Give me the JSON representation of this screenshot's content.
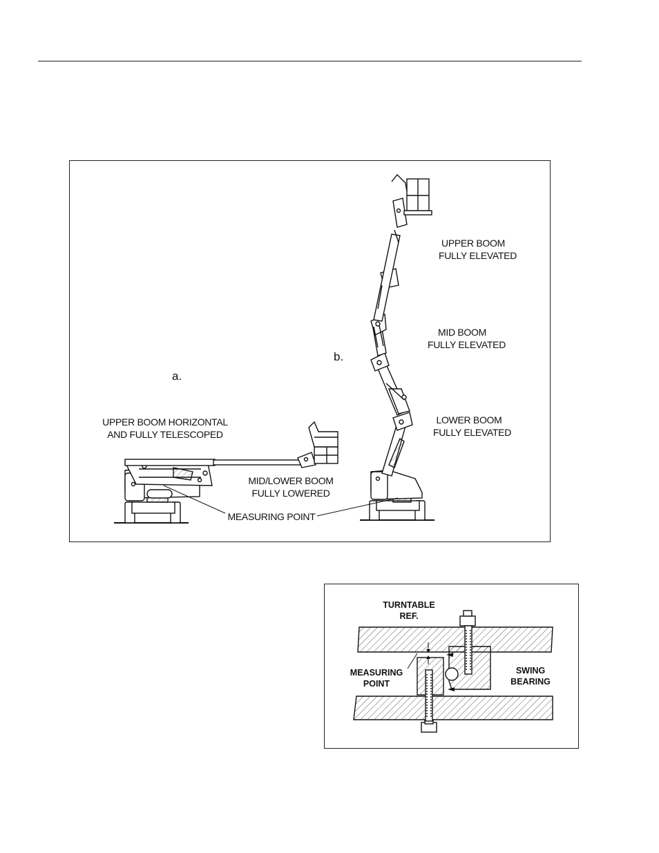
{
  "figure1": {
    "marker_a": "a.",
    "marker_b": "b.",
    "upper_boom_fully_elevated": [
      "UPPER BOOM",
      "FULLY ELEVATED"
    ],
    "mid_boom_fully_elevated": [
      "MID BOOM",
      "FULLY ELEVATED"
    ],
    "lower_boom_fully_elevated": [
      "LOWER BOOM",
      "FULLY ELEVATED"
    ],
    "upper_boom_horizontal": [
      "UPPER BOOM HORIZONTAL",
      "AND FULLY TELESCOPED"
    ],
    "mid_lower_boom_lowered": [
      "MID/LOWER BOOM",
      "FULLY LOWERED"
    ],
    "measuring_point": "MEASURING POINT"
  },
  "figure2": {
    "turntable_ref": [
      "TURNTABLE",
      "REF."
    ],
    "measuring_point": [
      "MEASURING",
      "POINT"
    ],
    "swing_bearing": [
      "SWING",
      "BEARING"
    ]
  }
}
